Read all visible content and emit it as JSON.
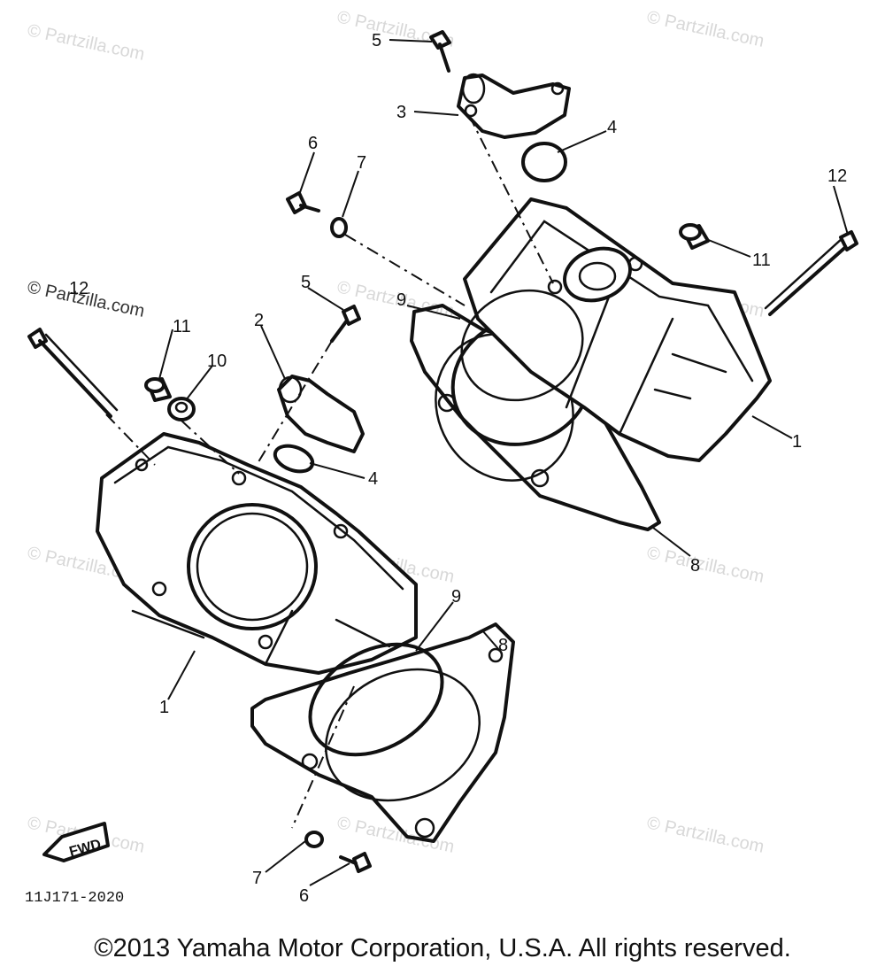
{
  "diagram": {
    "watermark": "© Partzilla.com",
    "fwd_label": "FWD",
    "reference_code": "11J171-2020",
    "callouts": {
      "n1": "1",
      "n2": "2",
      "n3": "3",
      "n4": "4",
      "n5": "5",
      "n6": "6",
      "n7": "7",
      "n8": "8",
      "n9": "9",
      "n10": "10",
      "n11": "11",
      "n12": "12"
    }
  },
  "footer": {
    "copyright": "©2013 Yamaha Motor Corporation, U.S.A. All rights reserved."
  }
}
